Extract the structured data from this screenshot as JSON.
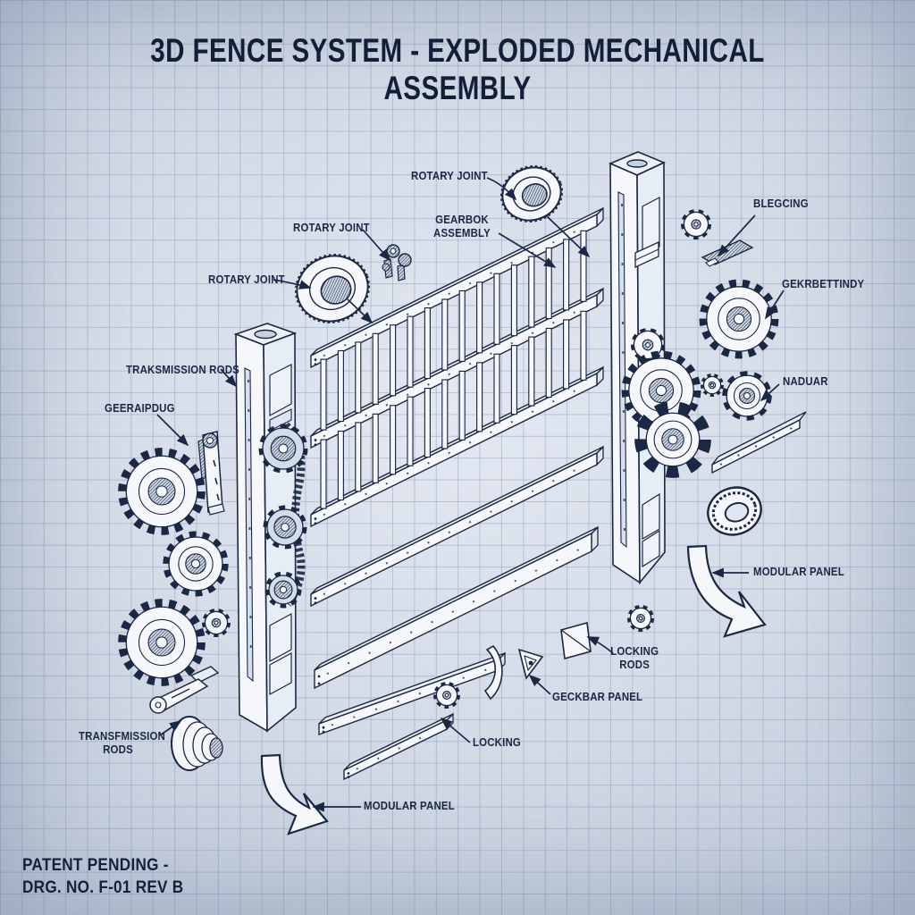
{
  "title": "3D FENCE SYSTEM - EXPLODED MECHANICAL ASSEMBLY",
  "labels": {
    "rotary_joint_top": "ROTARY JOINT",
    "rotary_joint_mid": "ROTARY JOINT",
    "rotary_joint_left": "ROTARY JOINT",
    "gearbox_assembly": "GEARBOK\nASSEMBLY",
    "bearing": "BLEGCING",
    "gear_fitting": "GEKRBETTINDY",
    "nadular": "NADUAR",
    "transmission_rods_left": "TRAKSMISSION RODS",
    "gearing": "GEERAIPDUG",
    "modular_panel_right": "MODULAR PANEL",
    "locking_rods": "LOCKING\nRODS",
    "geckbar_panel": "GECKBAR PANEL",
    "locking": "LOCKING",
    "transmission_rods_bottom": "TRANSFMISSION\nRODS",
    "modular_panel_bottom": "MODULAR PANEL"
  },
  "footer": "PATENT PENDING -\nDRG. NO. F-01 REV B",
  "colors": {
    "ink": "#1b2844",
    "paper": "#d4dbe7",
    "grid": "#aebbd0",
    "part_fill": "#f5f7fb",
    "shade_fill": "#e7edf5"
  }
}
